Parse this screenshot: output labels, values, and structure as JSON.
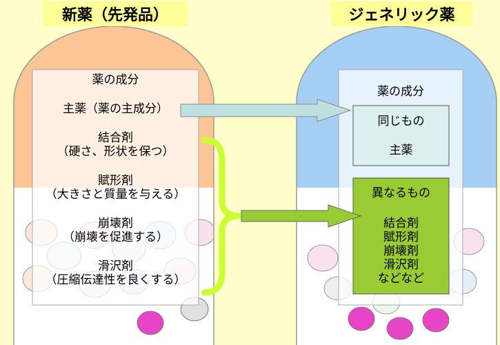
{
  "left_title": "新薬（先発品）",
  "right_title": "ジェネリック薬",
  "left_panel": {
    "heading": "薬の成分",
    "main_ingredient": "主薬（薬の主成分）",
    "binder": "結合剤",
    "binder_note": "（硬さ、形状を保つ）",
    "excipient": "賦形剤",
    "excipient_note": "（大きさと質量を与える）",
    "disintegrant": "崩壊剤",
    "disintegrant_note": "（崩壊を促進する）",
    "lubricant": "滑沢剤",
    "lubricant_note": "（圧縮伝達性を良くする）"
  },
  "right_panel": {
    "heading": "薬の成分",
    "same_box": {
      "label": "同じもの",
      "item": "主薬"
    },
    "different_box": {
      "label": "異なるもの",
      "items": [
        "結合剤",
        "賦形剤",
        "崩壊剤",
        "滑沢剤",
        "などなど"
      ]
    }
  },
  "colors": {
    "background": "#ffffcc",
    "title_bg": "#ffff99",
    "left_cap": "#fbc596",
    "right_cap": "#a6cff5",
    "arrow_top": "#bfe0e0",
    "arrow_bottom": "#99cc33",
    "bracket": "#ccff33",
    "different_box": "#99cc33",
    "same_box": "#dcf0f0"
  }
}
